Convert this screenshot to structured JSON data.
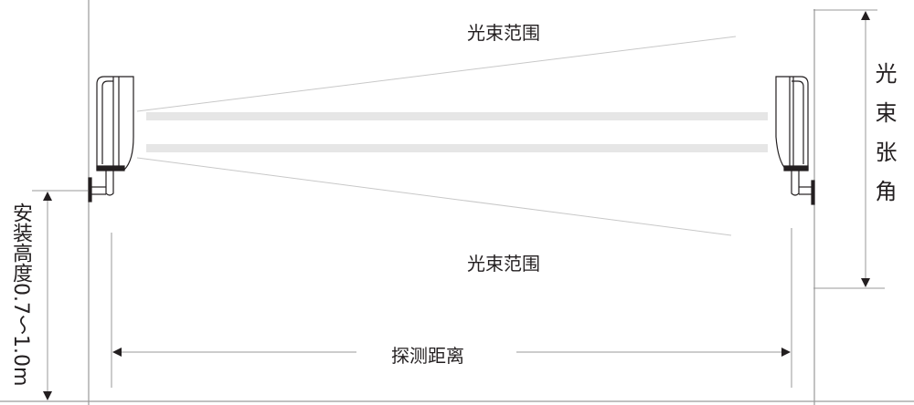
{
  "labels": {
    "beam_range_top": "光束范围",
    "beam_range_bottom": "光束范围",
    "beam_angle": "光束张角",
    "install_height": "安装高度0.7～1.0m",
    "detection_distance": "探测距离"
  },
  "colors": {
    "line": "#231f20",
    "guide": "#9a9a9a",
    "beam_bar": "#e6e6e6"
  }
}
